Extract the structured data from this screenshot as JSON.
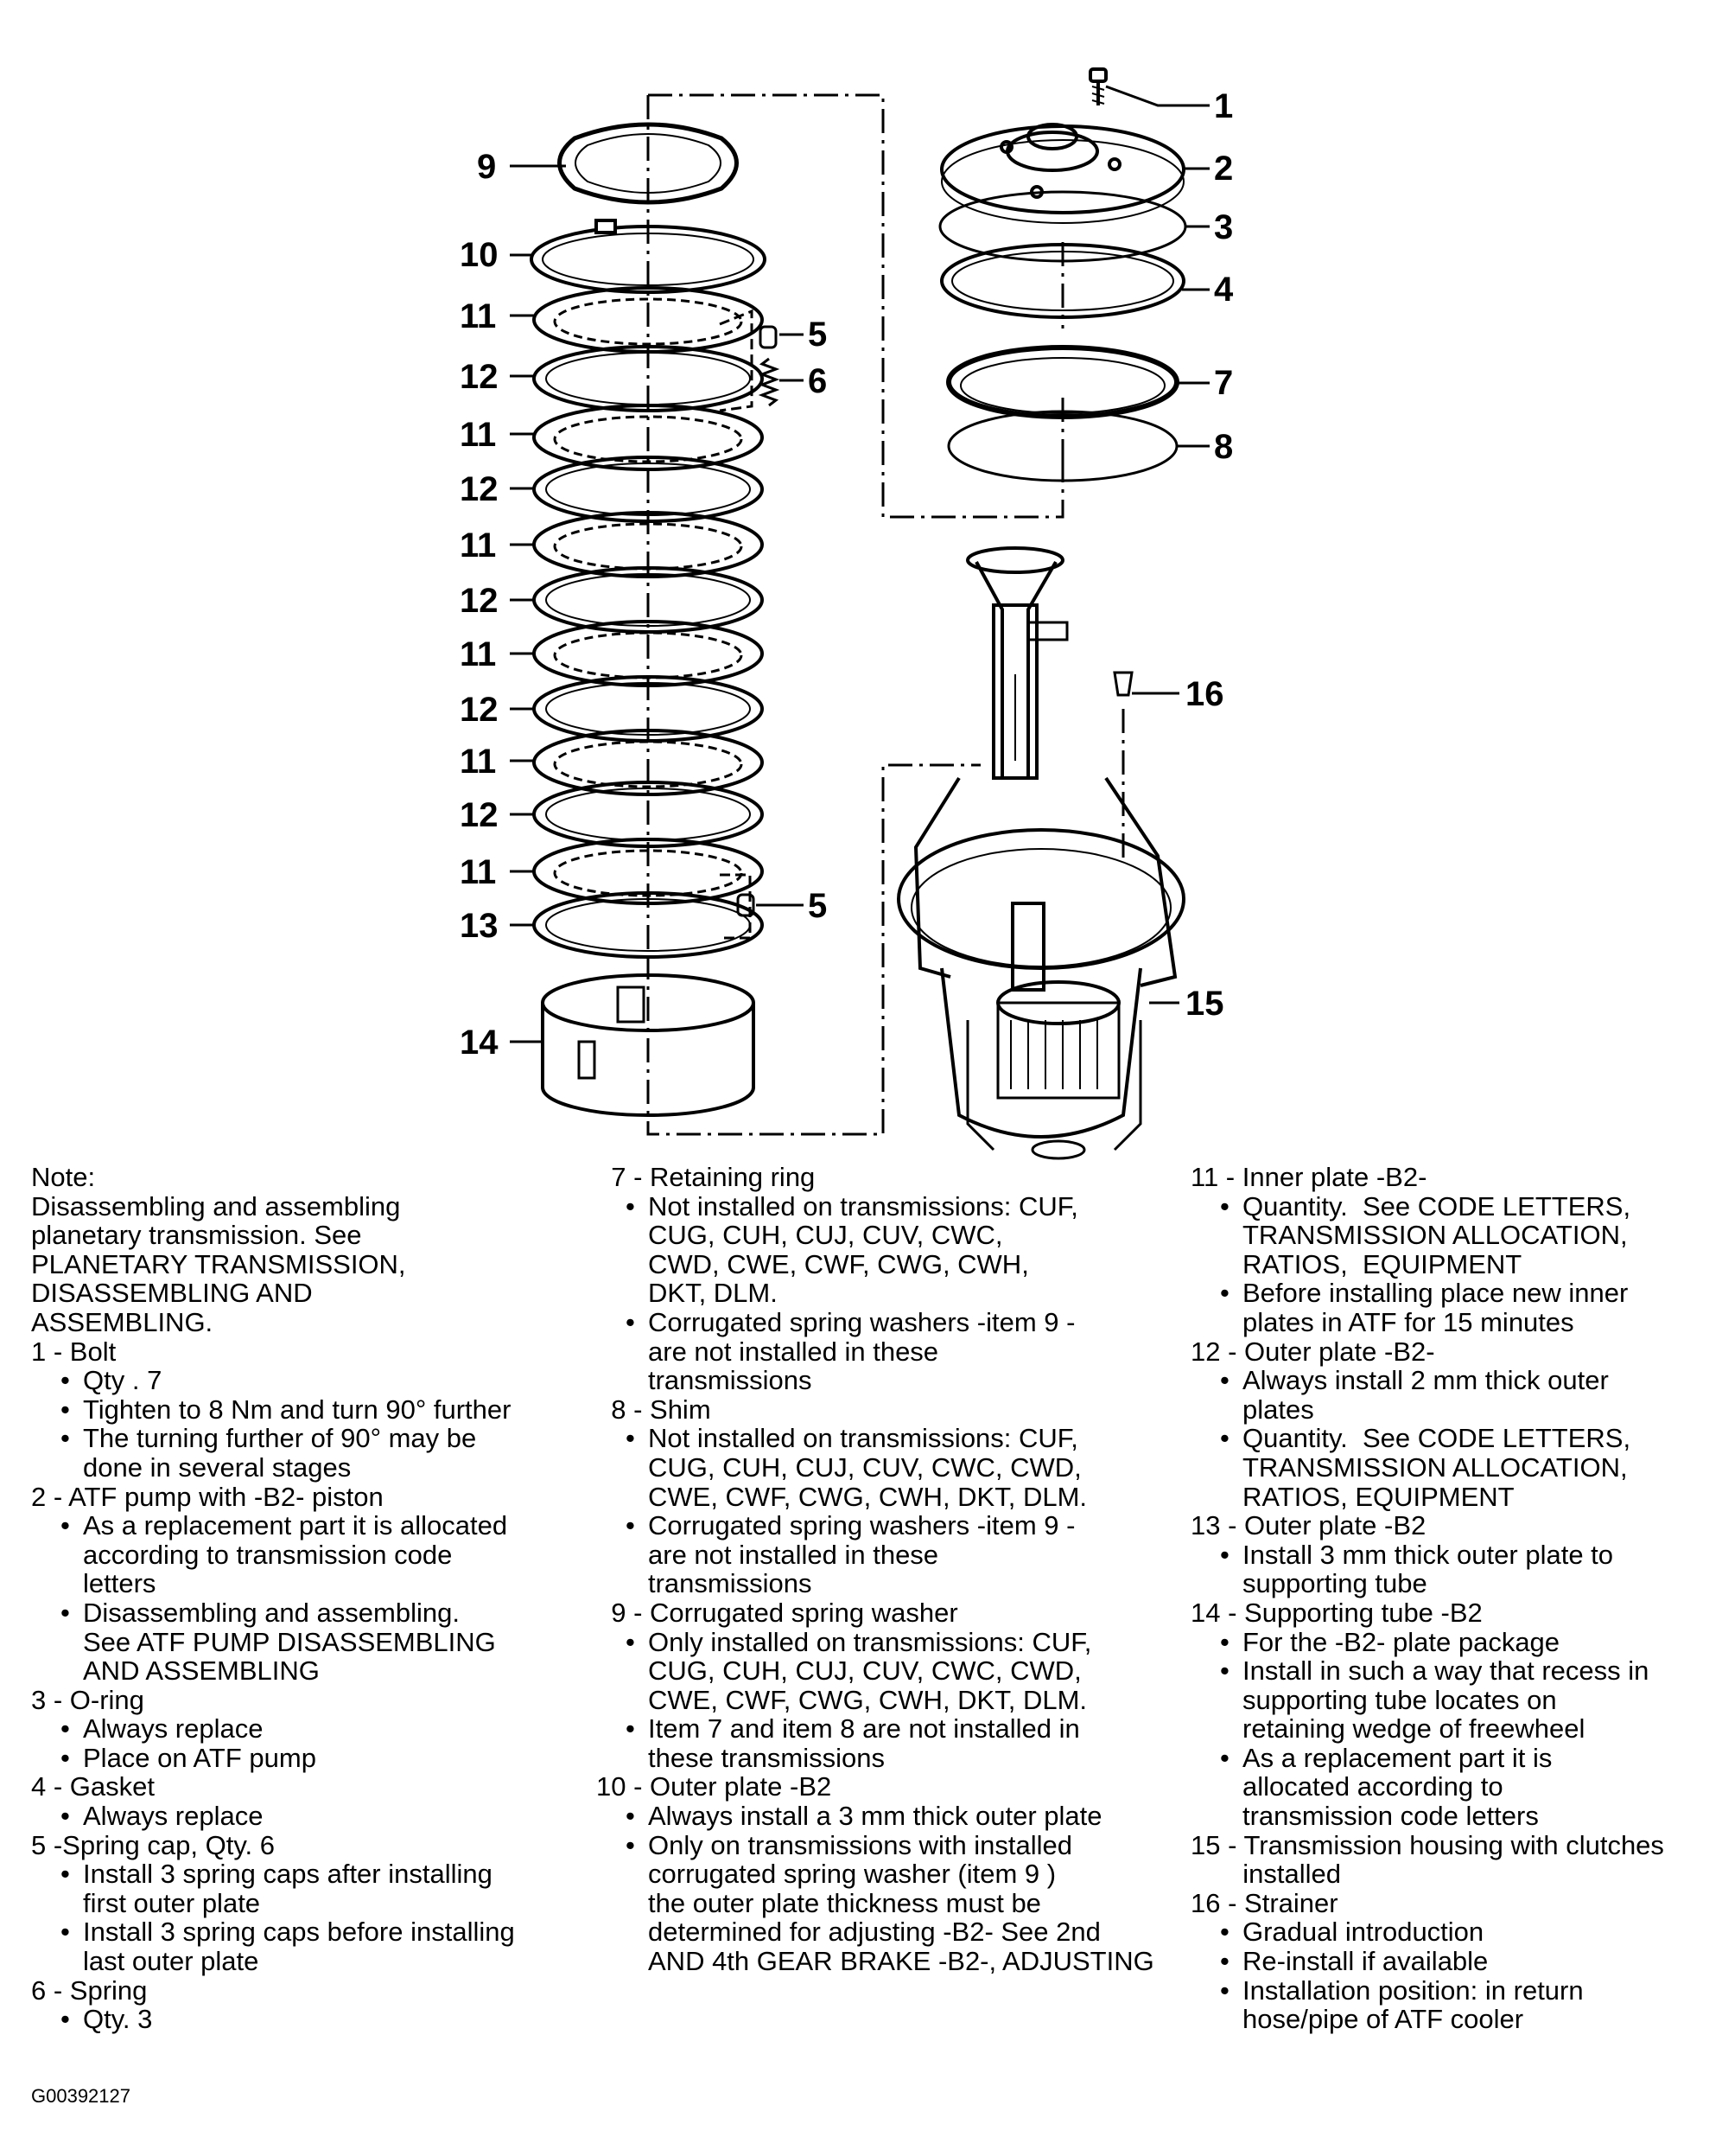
{
  "callouts": {
    "c1": "1",
    "c2": "2",
    "c3": "3",
    "c4": "4",
    "c5a": "5",
    "c6": "6",
    "c7": "7",
    "c8": "8",
    "c9": "9",
    "c10": "10",
    "c11a": "11",
    "c12a": "12",
    "c11b": "11",
    "c12b": "12",
    "c11c": "11",
    "c12c": "12",
    "c11d": "11",
    "c12d": "12",
    "c11e": "11",
    "c12e": "12",
    "c11f": "11",
    "c5b": "5",
    "c13": "13",
    "c14": "14",
    "c15": "15",
    "c16": "16"
  },
  "note": {
    "heading": "Note:",
    "lines": [
      "Disassembling and assembling",
      "planetary transmission. See",
      "PLANETARY TRANSMISSION,",
      "DISASSEMBLING AND",
      "ASSEMBLING."
    ]
  },
  "col1_items": [
    {
      "h": "1 - Bolt",
      "b": [
        [
          "Qty . 7"
        ],
        [
          "Tighten to 8 Nm and turn 90° further"
        ],
        [
          "The turning further of 90° may be",
          "done in several stages"
        ]
      ]
    },
    {
      "h": "2 - ATF pump with -B2- piston",
      "b": [
        [
          "As a replacement part it is allocated",
          "according to transmission code",
          "letters"
        ],
        [
          "Disassembling and assembling.",
          "See ATF PUMP DISASSEMBLING",
          "AND ASSEMBLING"
        ]
      ]
    },
    {
      "h": "3 - O-ring",
      "b": [
        [
          "Always replace"
        ],
        [
          "Place on ATF pump"
        ]
      ]
    },
    {
      "h": "4 - Gasket",
      "b": [
        [
          "Always replace"
        ]
      ]
    },
    {
      "h": "5 -Spring cap, Qty. 6",
      "b": [
        [
          "Install 3 spring caps after installing",
          "first outer plate"
        ],
        [
          "Install 3 spring caps before installing",
          "last outer plate"
        ]
      ]
    },
    {
      "h": "6 - Spring",
      "b": [
        [
          "Qty. 3"
        ]
      ]
    }
  ],
  "col2_items": [
    {
      "h": "  7 - Retaining ring",
      "b": [
        [
          "Not installed on transmissions: CUF,",
          "CUG, CUH, CUJ, CUV, CWC,",
          "CWD, CWE, CWF, CWG, CWH,",
          "DKT, DLM."
        ],
        [
          "Corrugated spring washers -item 9 -",
          "are not installed in these",
          "transmissions"
        ]
      ]
    },
    {
      "h": "  8 - Shim",
      "b": [
        [
          "Not installed on transmissions: CUF,",
          "CUG, CUH, CUJ, CUV, CWC, CWD,",
          "CWE, CWF, CWG, CWH, DKT, DLM."
        ],
        [
          "Corrugated spring washers -item 9 -",
          "are not installed in these",
          "transmissions"
        ]
      ]
    },
    {
      "h": "  9 - Corrugated spring washer",
      "b": [
        [
          "Only installed on transmissions: CUF,",
          "CUG, CUH, CUJ, CUV, CWC, CWD,",
          "CWE, CWF, CWG, CWH, DKT, DLM."
        ],
        [
          "Item 7 and item 8 are not installed in",
          "these transmissions"
        ]
      ]
    },
    {
      "h": "10 - Outer plate -B2",
      "b": [
        [
          "Always install a 3 mm thick outer plate"
        ],
        [
          "Only on transmissions with installed",
          "corrugated spring washer (item 9 )",
          "the outer plate thickness must be",
          "determined for adjusting -B2- See 2nd",
          "AND 4th GEAR BRAKE -B2-, ADJUSTING"
        ]
      ]
    }
  ],
  "col3_items": [
    {
      "h": "11 - Inner plate -B2-",
      "b": [
        [
          "Quantity.  See CODE LETTERS,",
          "TRANSMISSION ALLOCATION,",
          "RATIOS,  EQUIPMENT"
        ],
        [
          "Before installing place new inner",
          "plates in ATF for 15 minutes"
        ]
      ]
    },
    {
      "h": "12 - Outer plate -B2-",
      "b": [
        [
          "Always install 2 mm thick outer",
          "plates"
        ],
        [
          "Quantity.  See CODE LETTERS,",
          "TRANSMISSION ALLOCATION,",
          "RATIOS, EQUIPMENT"
        ]
      ]
    },
    {
      "h": "13 - Outer plate -B2",
      "b": [
        [
          "Install 3 mm thick outer plate to",
          "supporting tube"
        ]
      ]
    },
    {
      "h": "14 - Supporting tube -B2",
      "b": [
        [
          "For the -B2- plate package"
        ],
        [
          "Install in such a way that recess in",
          "supporting tube locates on",
          "retaining wedge of freewheel"
        ],
        [
          "As a replacement part it is",
          "allocated according to",
          "transmission code letters"
        ]
      ]
    },
    {
      "h": "15 - Transmission housing with clutches",
      "cont": [
        "       installed"
      ],
      "b": []
    },
    {
      "h": "16 - Strainer",
      "b": [
        [
          "Gradual introduction"
        ],
        [
          "Re-install if available"
        ],
        [
          "Installation position: in return",
          "hose/pipe of ATF cooler"
        ]
      ]
    }
  ],
  "ref": "G00392127"
}
